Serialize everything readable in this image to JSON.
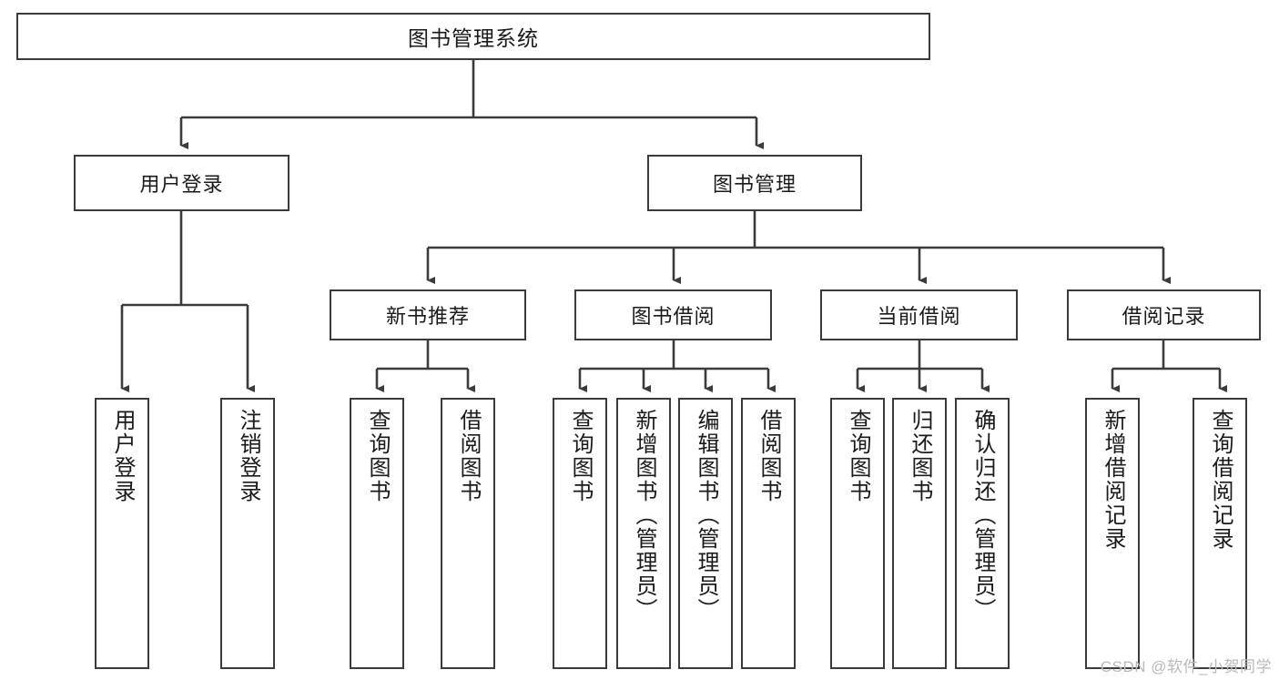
{
  "diagram": {
    "title": "图书管理系统",
    "type": "tree-hierarchy",
    "root": {
      "label": "图书管理系统"
    },
    "level2": [
      {
        "label": "用户登录"
      },
      {
        "label": "图书管理"
      }
    ],
    "level3": [
      {
        "label": "新书推荐"
      },
      {
        "label": "图书借阅"
      },
      {
        "label": "当前借阅"
      },
      {
        "label": "借阅记录"
      }
    ],
    "leaves": {
      "user_login": [
        {
          "label": "用户登录"
        },
        {
          "label": "注销登录"
        }
      ],
      "new_book_recommend": [
        {
          "label": "查询图书"
        },
        {
          "label": "借阅图书"
        }
      ],
      "book_borrow": [
        {
          "label": "查询图书"
        },
        {
          "label": "新增图书（管理员）"
        },
        {
          "label": "编辑图书（管理员）"
        },
        {
          "label": "借阅图书"
        }
      ],
      "current_borrow": [
        {
          "label": "查询图书"
        },
        {
          "label": "归还图书"
        },
        {
          "label": "确认归还（管理员）"
        }
      ],
      "borrow_record": [
        {
          "label": "新增借阅记录"
        },
        {
          "label": "查询借阅记录"
        }
      ]
    }
  },
  "watermark": {
    "text": "CSDN @软件_小贺同学"
  },
  "colors": {
    "box_border": "#3b3b3b",
    "box_fill": "#ffffff",
    "line": "#3b3b3b",
    "text": "#1a1a1a",
    "watermark": "#b9b9b9"
  }
}
